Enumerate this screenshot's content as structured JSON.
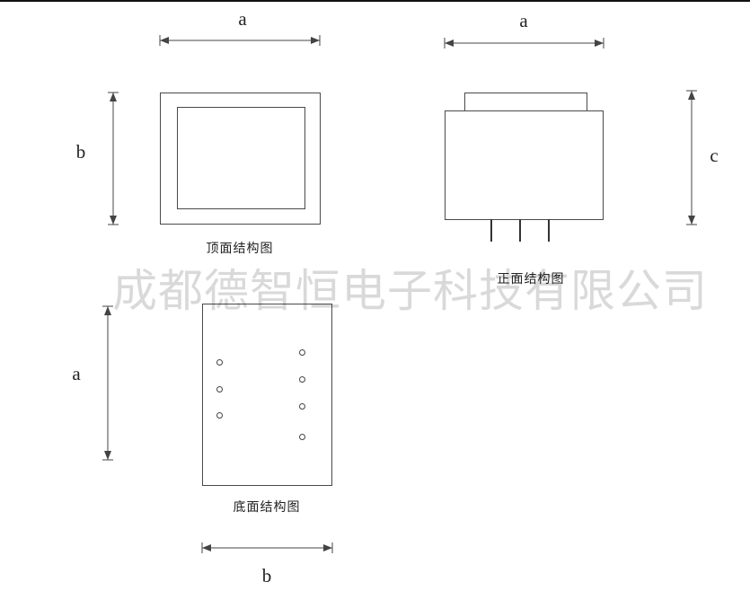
{
  "watermark": {
    "text": "成都德智恒电子科技有限公司",
    "color": "rgba(0,0,0,0.15)"
  },
  "views": {
    "top": {
      "caption": "顶面结构图",
      "dims": {
        "top": "a",
        "left": "b"
      }
    },
    "front": {
      "caption": "正面结构图",
      "dims": {
        "top": "a",
        "right": "c"
      }
    },
    "bottom": {
      "caption": "底面结构图",
      "dims": {
        "left": "a",
        "bottom": "b"
      }
    }
  },
  "colors": {
    "line": "#444444",
    "outline": "#4a4a4a",
    "background": "#ffffff"
  }
}
